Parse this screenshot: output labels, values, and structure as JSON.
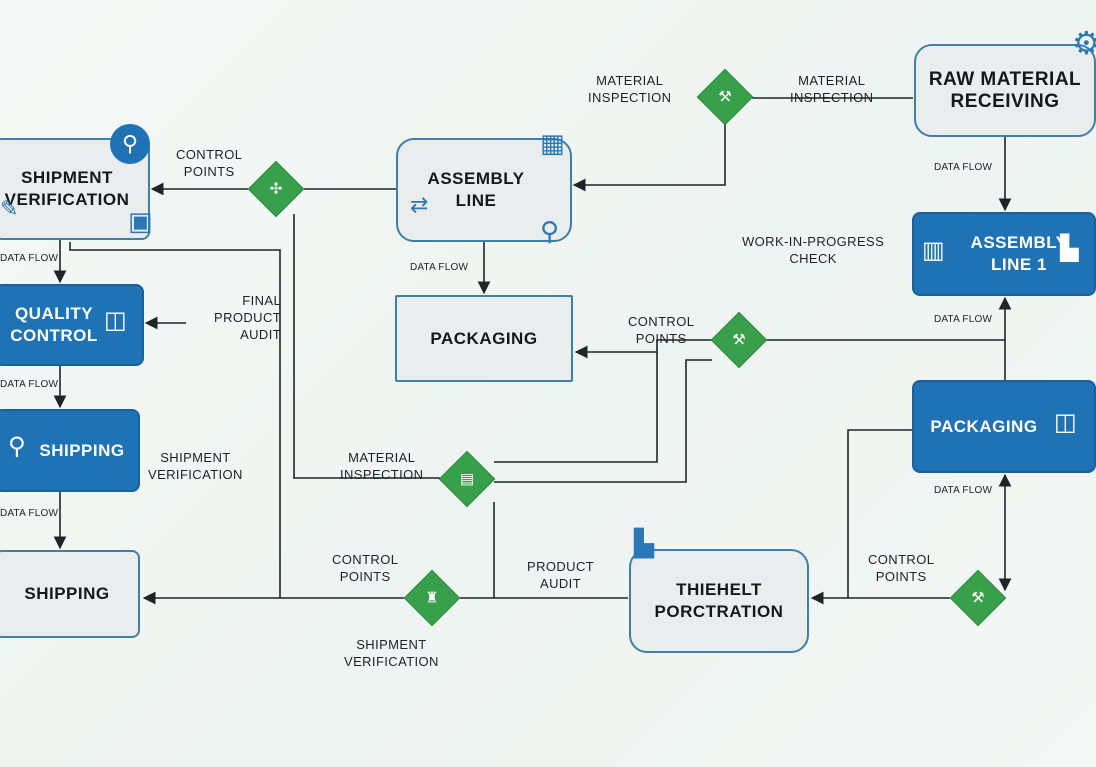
{
  "nodes": {
    "raw_material_receiving": "RAW MATERIAL\nRECEIVING",
    "assembly_line_top": "ASSEMBLY\nLINE",
    "shipment_verification_box": "SHIPMENT\nVERIFICATION",
    "packaging_center": "PACKAGING",
    "assembly_line_1": "ASSEMBLY\nLINE 1",
    "quality_control": "QUALITY\nCONTROL",
    "shipping_blue": "SHIPPING",
    "packaging_right": "PACKAGING",
    "shipping_bottom": "SHIPPING",
    "thiehelt_porctration": "THIEHELT\nPORCTRATION"
  },
  "labels": {
    "material_inspection_top": "MATERIAL\nINSPECTION",
    "material_inspection_right": "MATERIAL\nINSPECTION",
    "control_points_top_left": "CONTROL\nPOINTS",
    "data_flow_right_top": "DATA FLOW",
    "work_in_progress_check": "WORK-IN-PROGRESS\nCHECK",
    "data_flow_center": "DATA FLOW",
    "data_flow_left_1": "DATA FLOW",
    "final_product_audit": "FINAL\nPRODUCT\nAUDIT",
    "control_points_center": "CONTROL\nPOINTS",
    "data_flow_right_mid": "DATA FLOW",
    "data_flow_left_2": "DATA FLOW",
    "shipment_verification_left": "SHIPMENT\nVERIFICATION",
    "material_inspection_center": "MATERIAL\nINSPECTION",
    "data_flow_right_low": "DATA FLOW",
    "data_flow_left_3": "DATA FLOW",
    "control_points_bottom_left": "CONTROL\nPOINTS",
    "product_audit": "PRODUCT\nAUDIT",
    "control_points_bottom_right": "CONTROL\nPOINTS",
    "shipment_verification_bottom": "SHIPMENT\nVERIFICATION"
  },
  "icons": {
    "gear": "gear-icon",
    "magnifier": "magnifier-icon",
    "checklist": "checklist-icon",
    "forklift": "forklift-icon",
    "tool": "tool-icon",
    "box": "box-icon"
  },
  "colors": {
    "node_blue": "#1f73b5",
    "node_light": "#e9edee",
    "diamond_green": "#38a04a",
    "connector": "#1f2428"
  }
}
